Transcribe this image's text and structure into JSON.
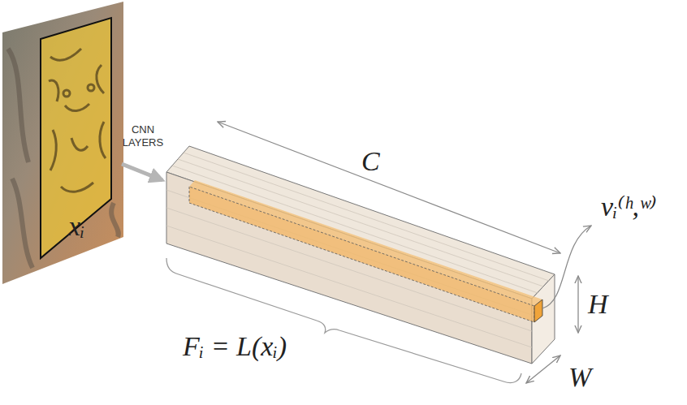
{
  "diagram": {
    "labels": [
      "CNN LAYERS",
      "xᵢ",
      "C",
      "vᵢ⁽ʰ,ʷ⁾",
      "H",
      "Fᵢ = L(xᵢ)",
      "W"
    ]
  }
}
